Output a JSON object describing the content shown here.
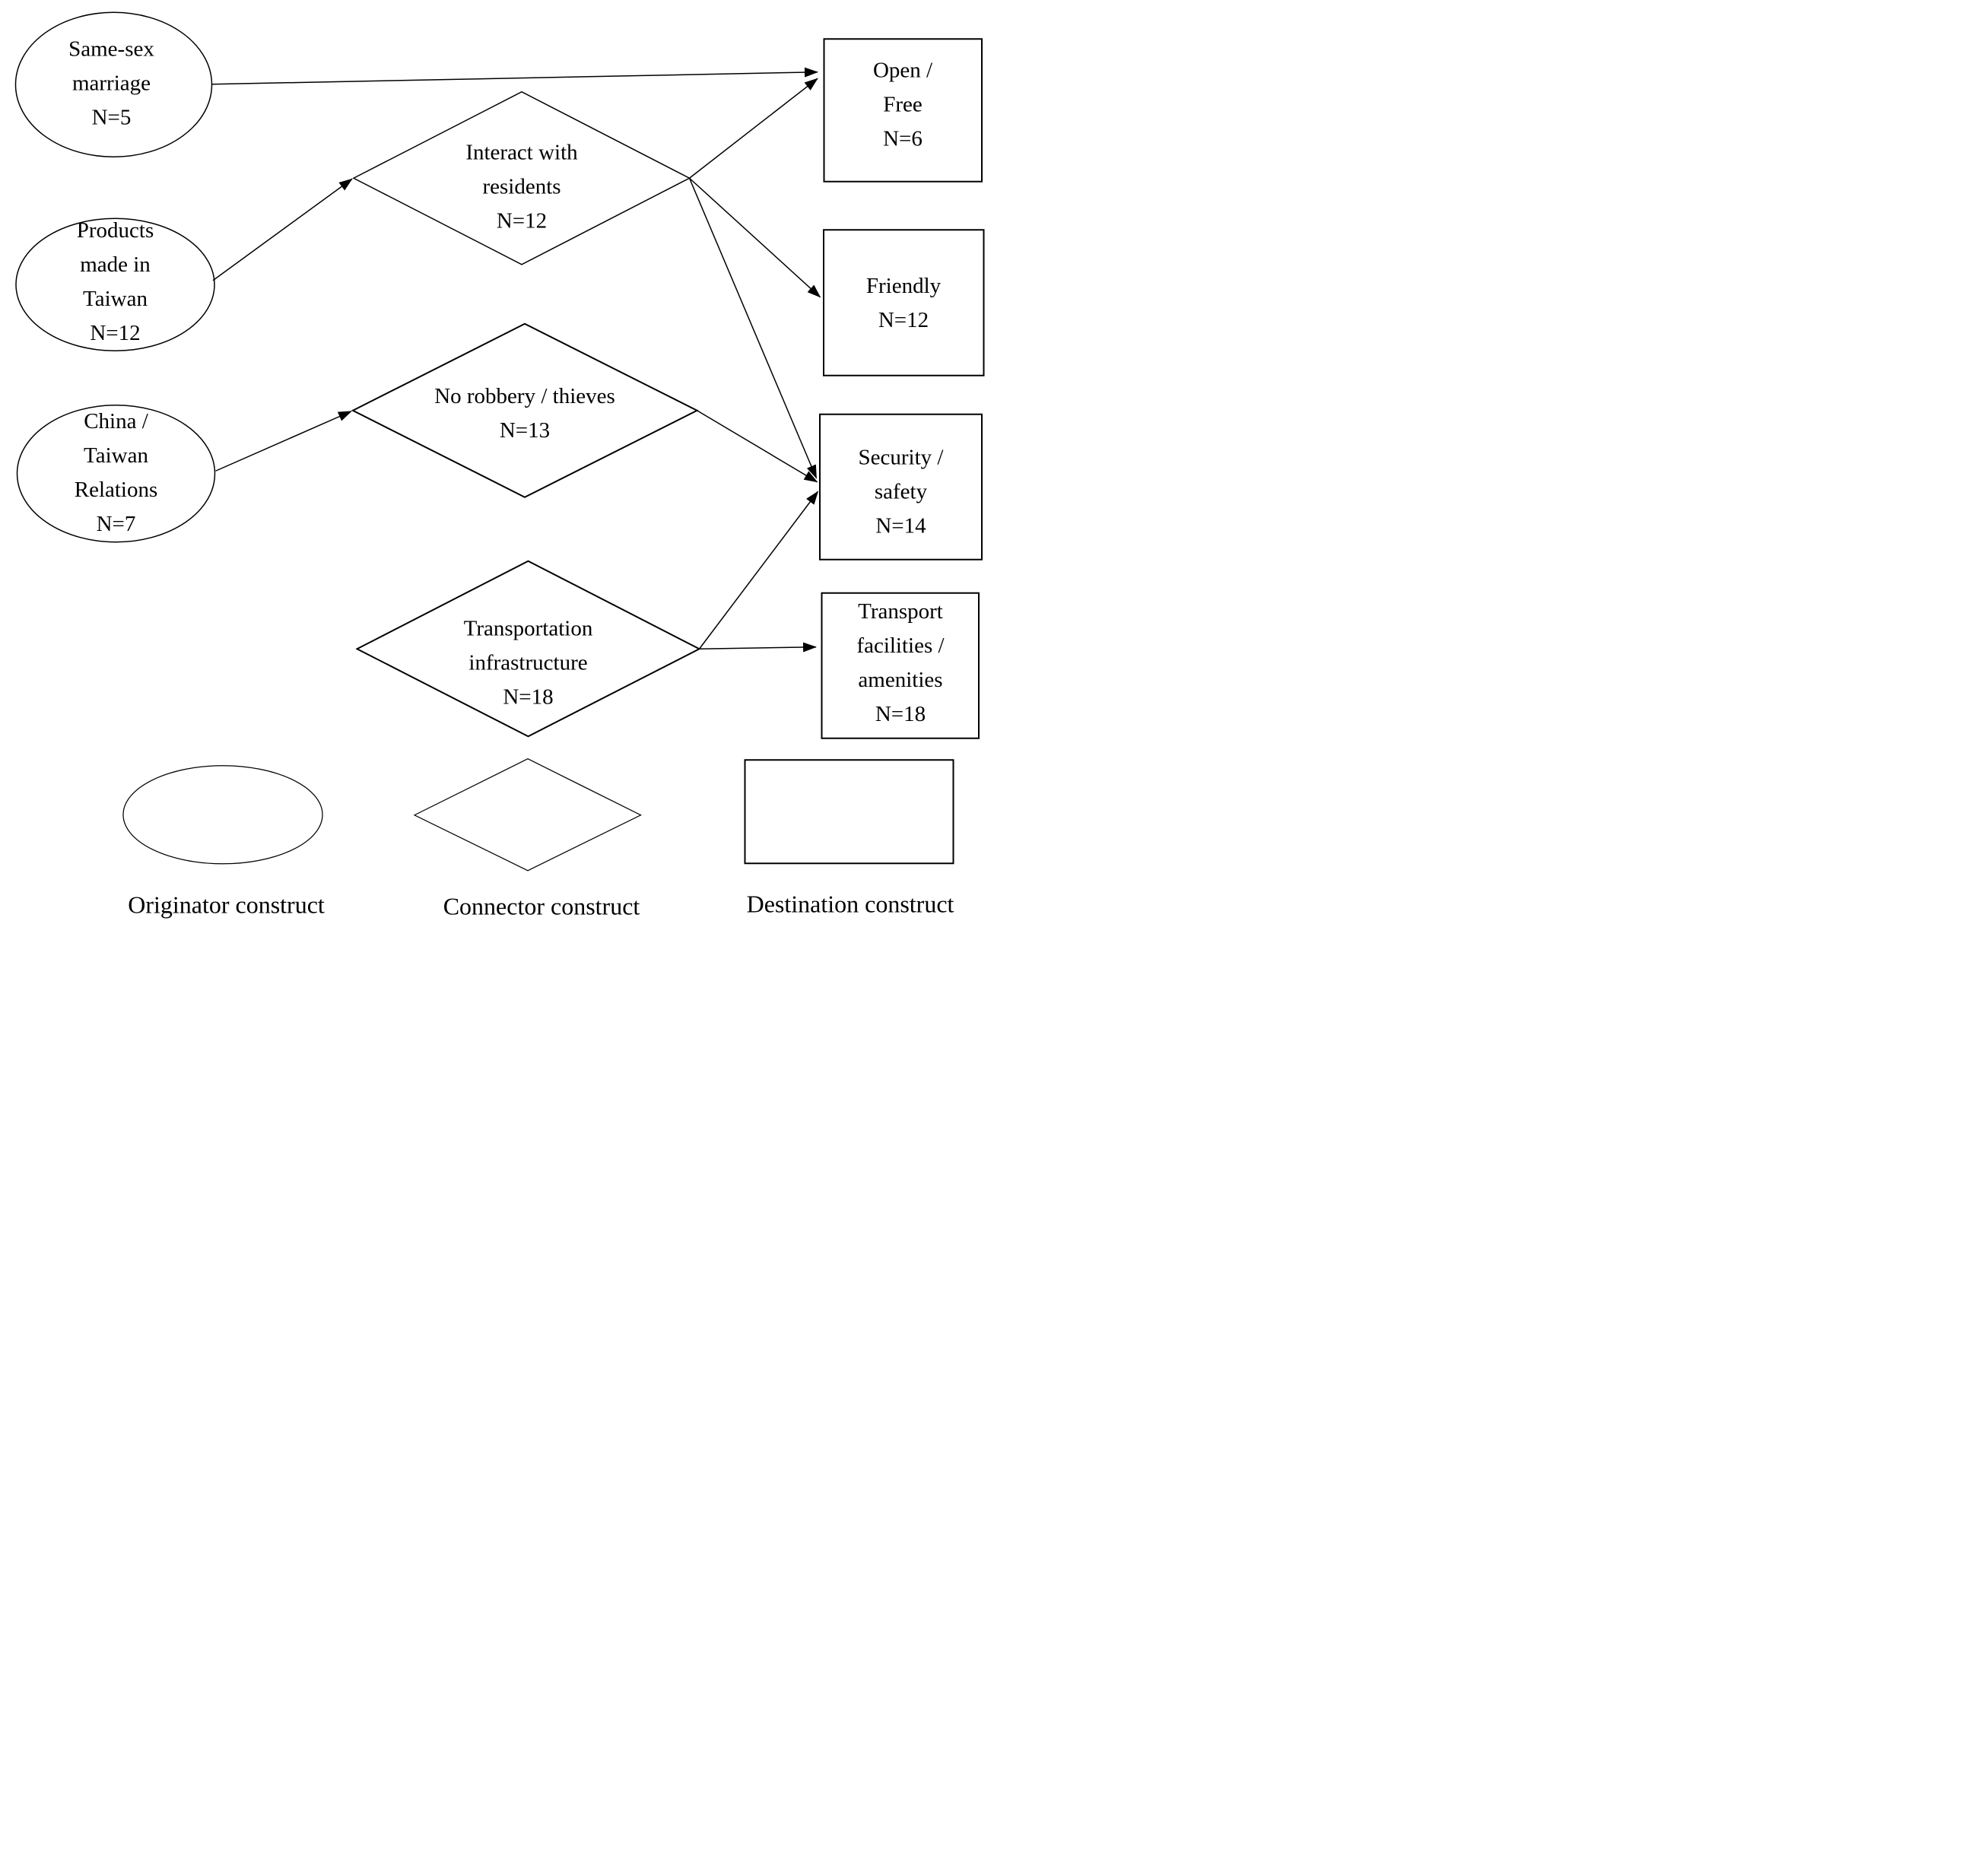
{
  "colors": {
    "stroke": "#000000",
    "background": "#ffffff"
  },
  "nodes": {
    "same_sex": {
      "label": "Same-sex\nmarriage\nN=5",
      "type": "originator"
    },
    "products": {
      "label": "Products\nmade in\nTaiwan\nN=12",
      "type": "originator"
    },
    "china_taiwan": {
      "label": "China /\nTaiwan\nRelations\nN=7",
      "type": "originator"
    },
    "interact": {
      "label": "Interact with\nresidents\nN=12",
      "type": "connector"
    },
    "no_robbery": {
      "label": "No robbery / thieves\nN=13",
      "type": "connector"
    },
    "transport_infra": {
      "label": "Transportation\ninfrastructure\nN=18",
      "type": "connector"
    },
    "open_free": {
      "label": "Open / Free\nN=6",
      "type": "destination"
    },
    "friendly": {
      "label": "Friendly\nN=12",
      "type": "destination"
    },
    "security": {
      "label": "Security /\nsafety\nN=14",
      "type": "destination"
    },
    "transport_fac": {
      "label": "Transport\nfacilities /\namenities\nN=18",
      "type": "destination"
    }
  },
  "edges": [
    {
      "from": "Same-sex marriage",
      "to": "Open / Free"
    },
    {
      "from": "Products made in Taiwan",
      "to": "Interact with residents"
    },
    {
      "from": "China / Taiwan Relations",
      "to": "No robbery / thieves"
    },
    {
      "from": "Interact with residents",
      "to": "Open / Free"
    },
    {
      "from": "Interact with residents",
      "to": "Friendly"
    },
    {
      "from": "Interact with residents",
      "to": "Security / safety"
    },
    {
      "from": "No robbery / thieves",
      "to": "Security / safety"
    },
    {
      "from": "Transportation infrastructure",
      "to": "Security / safety"
    },
    {
      "from": "Transportation infrastructure",
      "to": "Transport facilities / amenities"
    }
  ],
  "legend": {
    "originator_label": "Originator construct",
    "connector_label": "Connector construct",
    "destination_label": "Destination construct"
  }
}
